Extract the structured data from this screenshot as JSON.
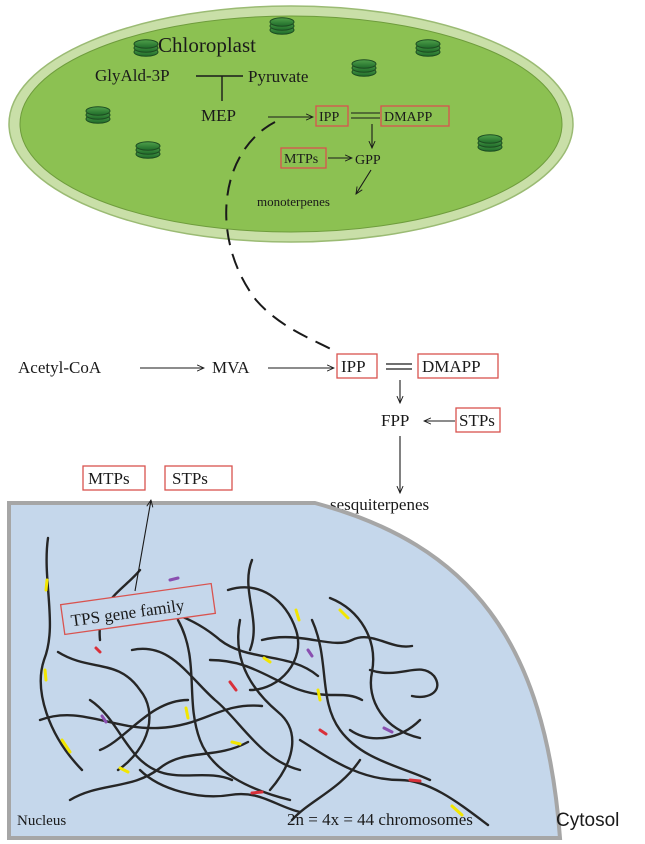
{
  "colors": {
    "chloroplast_fill": "#8cc152",
    "chloroplast_rim": "#c9dfa8",
    "nucleus_fill": "#c5d7eb",
    "nucleus_border": "#a6a6a6",
    "enzyme_box": "#d9534f",
    "chromosome": "#262626",
    "marker_yellow": "#f2e600",
    "marker_red": "#d9303a",
    "marker_purple": "#8a4fb0"
  },
  "chloroplast": {
    "title": "Chloroplast",
    "glyald3p": "GlyAld-3P",
    "pyruvate": "Pyruvate",
    "mep": "MEP",
    "ipp": "IPP",
    "dmapp": "DMAPP",
    "mtps": "MTPs",
    "gpp": "GPP",
    "monoterpenes": "monoterpenes",
    "thylakoid_icon": "thylakoid-stack-icon"
  },
  "cytosol_pathway": {
    "acetyl_coa": "Acetyl-CoA",
    "mva": "MVA",
    "ipp": "IPP",
    "dmapp": "DMAPP",
    "fpp": "FPP",
    "stps": "STPs",
    "sesquiterpenes": "sesquiterpenes"
  },
  "products": {
    "mtps": "MTPs",
    "stps": "STPs"
  },
  "nucleus": {
    "tps_gene_family": "TPS gene family",
    "label": "Nucleus",
    "chromosome_count": "2n = 4x = 44 chromosomes"
  },
  "cytosol_label": "Cytosol"
}
